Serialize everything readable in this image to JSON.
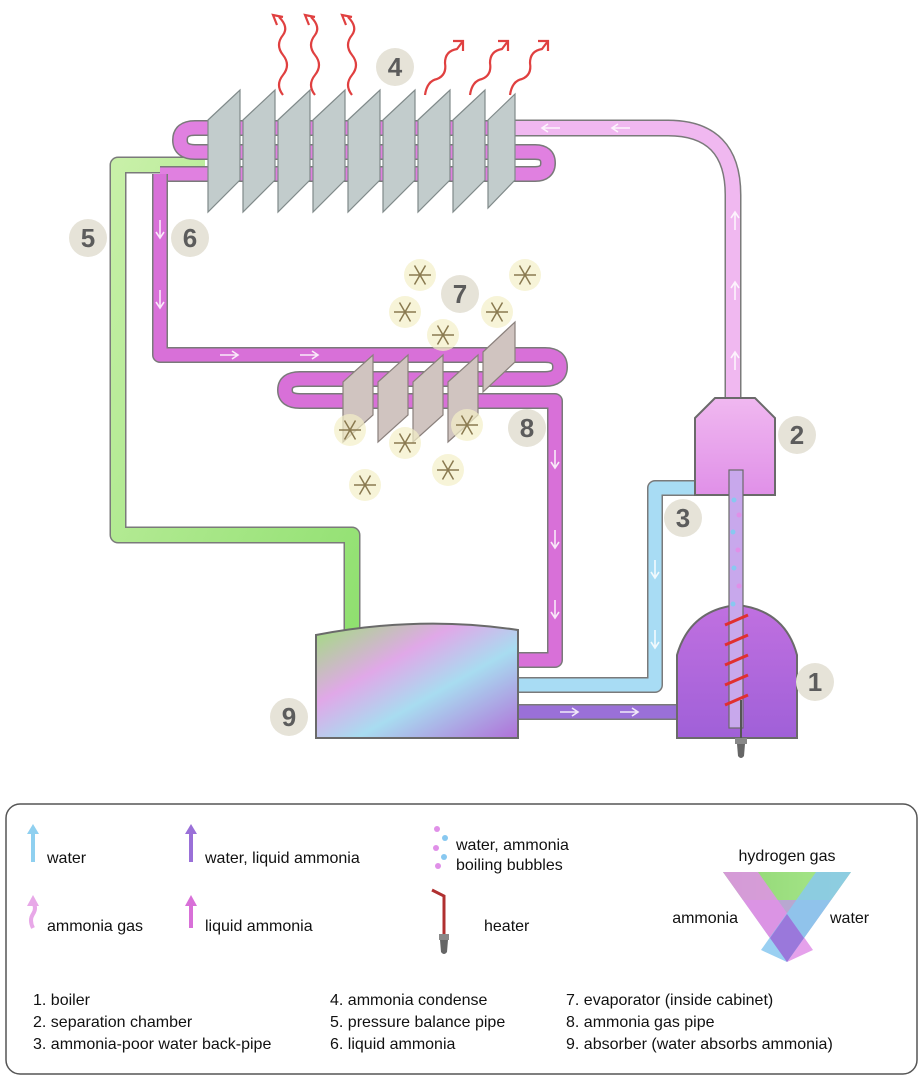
{
  "components": [
    {
      "number": "1",
      "label": "boiler"
    },
    {
      "number": "2",
      "label": "separation chamber"
    },
    {
      "number": "3",
      "label": "ammonia-poor water back-pipe"
    },
    {
      "number": "4",
      "label": "ammonia condense"
    },
    {
      "number": "5",
      "label": "pressure balance pipe"
    },
    {
      "number": "6",
      "label": "liquid ammonia"
    },
    {
      "number": "7",
      "label": "evaporator (inside cabinet)"
    },
    {
      "number": "8",
      "label": "ammonia gas pipe"
    },
    {
      "number": "9",
      "label": "absorber (water absorbs ammonia)"
    }
  ],
  "component_list": [
    "1. boiler",
    "2. separation chamber",
    "3. ammonia-poor water back-pipe",
    "4. ammonia condense",
    "5. pressure balance pipe",
    "6. liquid ammonia",
    "7. evaporator (inside cabinet)",
    "8. ammonia gas pipe",
    "9. absorber (water absorbs ammonia)"
  ],
  "legend": {
    "water": "water",
    "water_liquid_ammonia": "water, liquid ammonia",
    "bubbles_line1": "water, ammonia",
    "bubbles_line2": "boiling bubbles",
    "ammonia_gas": "ammonia gas",
    "liquid_ammonia": "liquid ammonia",
    "heater": "heater"
  },
  "triangle": {
    "top": "hydrogen gas",
    "left": "ammonia",
    "right": "water"
  },
  "colors": {
    "water": "#8fd0f0",
    "ammonia_gas": "#e8a8e8",
    "liquid_ammonia": "#d870d8",
    "water_liquid_ammonia": "#9a70d8",
    "hydrogen": "#98e070",
    "heat": "#e04040",
    "fins": "#c2cccc",
    "evaporator_fins": "#d0c4c0"
  }
}
